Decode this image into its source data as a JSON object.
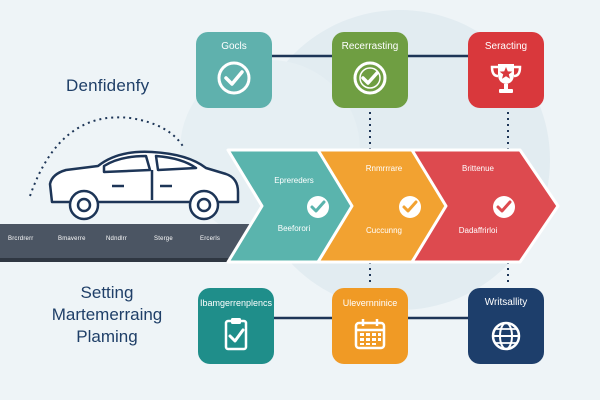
{
  "heading_top": "Denfidenfy",
  "heading_bottom": [
    "Setting",
    "Martemerraing",
    "Plaming"
  ],
  "top_cards": [
    {
      "label": "Gocls",
      "icon": "check-circle-icon",
      "color": "#5fb1ad"
    },
    {
      "label": "Recerrasting",
      "icon": "check-circle-icon",
      "color": "#6f9e42"
    },
    {
      "label": "Seracting",
      "icon": "trophy-star-icon",
      "color": "#d9383c"
    }
  ],
  "bottom_cards": [
    {
      "label": "Ibamgerrenplencs",
      "icon": "clipboard-check-icon",
      "color": "#1f8e8a"
    },
    {
      "label": "Ulevernninice",
      "icon": "calendar-icon",
      "color": "#f09a25"
    },
    {
      "label": "Writsallity",
      "icon": "globe-icon",
      "color": "#1d3e6b"
    }
  ],
  "chevrons": [
    {
      "top": "Eprereders",
      "bottom": "Beeforori",
      "color": "#5ab4ad"
    },
    {
      "top": "Rnmrrrare",
      "bottom": "Cuccunng",
      "color": "#f2a231"
    },
    {
      "top": "Brittenue",
      "bottom": "Dadaffrirloi",
      "color": "#dd4a4f"
    }
  ],
  "road_labels": [
    "Brcrdrerr",
    "Bmaverre",
    "Ndndlrr",
    "Sterge",
    "Ercerls"
  ],
  "colors": {
    "road": "#4b5563",
    "background": "#eef4f7",
    "connector": "#1d3557"
  }
}
